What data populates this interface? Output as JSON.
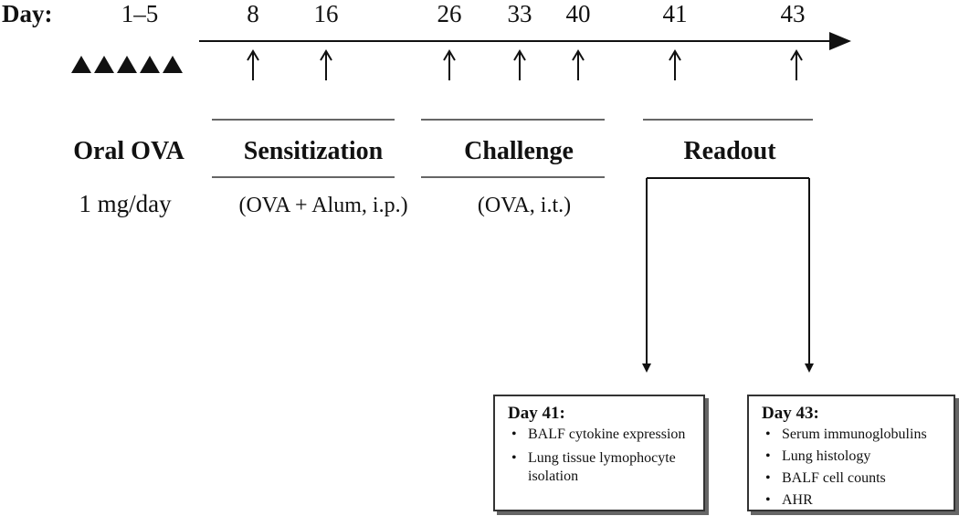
{
  "timeline": {
    "day_label": "Day:",
    "days": [
      "1–5",
      "8",
      "16",
      "26",
      "33",
      "40",
      "41",
      "43"
    ]
  },
  "phases": {
    "oral": {
      "title": "Oral OVA",
      "subtitle": "1 mg/day"
    },
    "sensitization": {
      "title": "Sensitization",
      "subtitle": "(OVA + Alum, i.p.)"
    },
    "challenge": {
      "title": "Challenge",
      "subtitle": "(OVA, i.t.)"
    },
    "readout": {
      "title": "Readout"
    }
  },
  "boxes": [
    {
      "title": "Day 41:",
      "items": [
        "BALF cytokine expression",
        "Lung tissue lymophocyte isolation"
      ]
    },
    {
      "title": "Day 43:",
      "items": [
        "Serum immunoglobulins",
        "Lung histology",
        "BALF cell counts",
        "AHR"
      ]
    }
  ]
}
